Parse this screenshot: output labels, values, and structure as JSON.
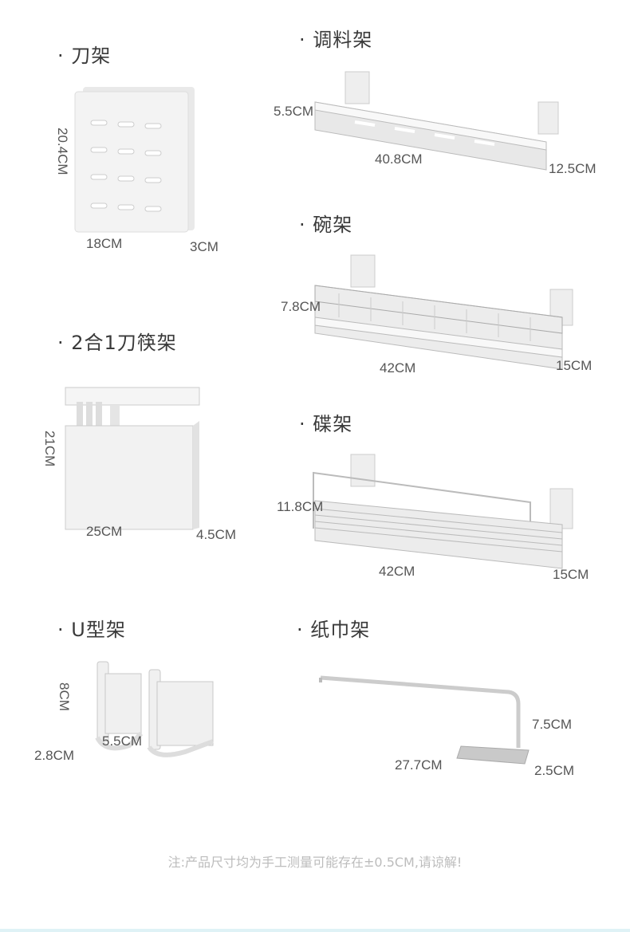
{
  "sections": [
    {
      "title": "· 刀架",
      "dims": [
        "20.4CM",
        "18CM",
        "3CM"
      ]
    },
    {
      "title": "· 调料架",
      "dims": [
        "5.5CM",
        "40.8CM",
        "12.5CM"
      ]
    },
    {
      "title": "· 碗架",
      "dims": [
        "7.8CM",
        "42CM",
        "15CM"
      ]
    },
    {
      "title": "· 2合1刀筷架",
      "dims": [
        "21CM",
        "25CM",
        "4.5CM"
      ]
    },
    {
      "title": "· 碟架",
      "dims": [
        "11.8CM",
        "42CM",
        "15CM"
      ]
    },
    {
      "title": "· U型架",
      "dims": [
        "8CM",
        "2.8CM",
        "5.5CM"
      ]
    },
    {
      "title": "· 纸巾架",
      "dims": [
        "7.5CM",
        "27.7CM",
        "2.5CM"
      ]
    }
  ],
  "note": "注:产品尺寸均为手工测量可能存在±0.5CM,请谅解!"
}
